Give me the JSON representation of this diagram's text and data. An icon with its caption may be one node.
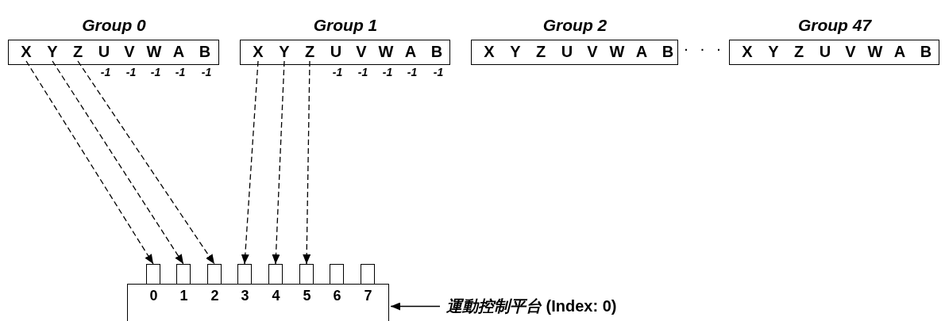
{
  "diagram": {
    "nodes": [
      {
        "text": [
          "Group 0"
        ]
      },
      {
        "text": [
          "X"
        ],
        "in": 0
      },
      {
        "text": [
          "Y"
        ],
        "in": 0
      },
      {
        "text": [
          "Z"
        ],
        "in": 0
      },
      {
        "text": [
          "U"
        ],
        "in": 0,
        "beside": [
          "-1"
        ]
      },
      {
        "text": [
          "V"
        ],
        "in": 0,
        "beside": [
          "-1"
        ]
      },
      {
        "text": [
          "W"
        ],
        "in": 0,
        "beside": [
          "-1"
        ]
      },
      {
        "text": [
          "A"
        ],
        "in": 0,
        "beside": [
          "-1"
        ]
      },
      {
        "text": [
          "B"
        ],
        "in": 0,
        "beside": [
          "-1"
        ]
      },
      {
        "text": [
          "Group 1"
        ]
      },
      {
        "text": [
          "X"
        ],
        "in": 9
      },
      {
        "text": [
          "Y"
        ],
        "in": 9
      },
      {
        "text": [
          "Z"
        ],
        "in": 9
      },
      {
        "text": [
          "U"
        ],
        "in": 9,
        "beside": [
          "-1"
        ]
      },
      {
        "text": [
          "V"
        ],
        "in": 9,
        "beside": [
          "-1"
        ]
      },
      {
        "text": [
          "W"
        ],
        "in": 9,
        "beside": [
          "-1"
        ]
      },
      {
        "text": [
          "A"
        ],
        "in": 9,
        "beside": [
          "-1"
        ]
      },
      {
        "text": [
          "B"
        ],
        "in": 9,
        "beside": [
          "-1"
        ]
      },
      {
        "text": [
          "Group 2"
        ]
      },
      {
        "text": [
          "X"
        ],
        "in": 18
      },
      {
        "text": [
          "Y"
        ],
        "in": 18
      },
      {
        "text": [
          "Z"
        ],
        "in": 18
      },
      {
        "text": [
          "U"
        ],
        "in": 18
      },
      {
        "text": [
          "V"
        ],
        "in": 18
      },
      {
        "text": [
          "W"
        ],
        "in": 18
      },
      {
        "text": [
          "A"
        ],
        "in": 18
      },
      {
        "text": [
          "B"
        ],
        "in": 18
      },
      {
        "text": [
          "Group 47"
        ]
      },
      {
        "text": [
          "X"
        ],
        "in": 27
      },
      {
        "text": [
          "Y"
        ],
        "in": 27
      },
      {
        "text": [
          "Z"
        ],
        "in": 27
      },
      {
        "text": [
          "U"
        ],
        "in": 27
      },
      {
        "text": [
          "V"
        ],
        "in": 27
      },
      {
        "text": [
          "W"
        ],
        "in": 27
      },
      {
        "text": [
          "A"
        ],
        "in": 27
      },
      {
        "text": [
          "B"
        ],
        "in": 27
      },
      {
        "text": [],
        "shape": "box"
      },
      {
        "text": [],
        "shape": "box",
        "beside": [
          "0"
        ]
      },
      {
        "text": [],
        "shape": "box",
        "beside": [
          "1"
        ]
      },
      {
        "text": [],
        "shape": "box",
        "beside": [
          "2"
        ]
      },
      {
        "text": [],
        "shape": "box",
        "beside": [
          "3"
        ]
      },
      {
        "text": [],
        "shape": "box",
        "beside": [
          "4"
        ]
      },
      {
        "text": [],
        "shape": "box",
        "beside": [
          "5"
        ]
      },
      {
        "text": [],
        "shape": "box",
        "beside": [
          "6"
        ]
      },
      {
        "text": [],
        "shape": "box",
        "beside": [
          "7"
        ]
      },
      {
        "text": [
          "*運動控制平台* (Index: 0)"
        ]
      }
    ],
    "edges": [
      {
        "from": 1,
        "to": 37,
        "arrow": "to",
        "style": "dashed"
      },
      {
        "from": 2,
        "to": 38,
        "arrow": "to",
        "style": "dashed"
      },
      {
        "from": 3,
        "to": 39,
        "arrow": "to",
        "style": "dashed"
      },
      {
        "from": 10,
        "to": 40,
        "arrow": "to",
        "style": "dashed"
      },
      {
        "from": 11,
        "to": 41,
        "arrow": "to",
        "style": "dashed"
      },
      {
        "from": 12,
        "to": 42,
        "arrow": "to",
        "style": "dashed"
      },
      {
        "from": 45,
        "to": 36,
        "arrow": "to"
      }
    ],
    "labels": [
      "· · ·"
    ]
  }
}
